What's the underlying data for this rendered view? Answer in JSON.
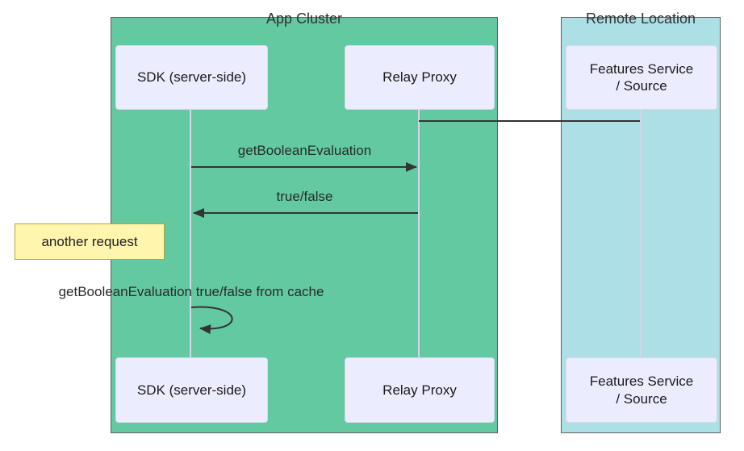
{
  "diagram_type": "sequence-diagram",
  "containers": [
    {
      "title": "App Cluster"
    },
    {
      "title": "Remote Location"
    }
  ],
  "participants": [
    {
      "label": "SDK (server-side)"
    },
    {
      "label": "Relay Proxy"
    },
    {
      "label": "Features Service\n/ Source"
    }
  ],
  "messages": [
    {
      "text": "getBooleanEvaluation",
      "from": "SDK (server-side)",
      "to": "Relay Proxy",
      "style": "solid-arrow-right"
    },
    {
      "text": "true/false",
      "from": "Relay Proxy",
      "to": "SDK (server-side)",
      "style": "solid-arrow-left"
    },
    {
      "text": "getBooleanEvaluation true/false from cache",
      "from": "SDK (server-side)",
      "to": "SDK (server-side)",
      "style": "self-loop"
    }
  ],
  "connection": {
    "from": "Relay Proxy",
    "to": "Features Service / Source",
    "style": "plain-line"
  },
  "note": {
    "text": "another request"
  },
  "colors": {
    "app_cluster_fill": "#62C9A1",
    "remote_location_fill": "#ACDFE6",
    "actor_fill": "#ECECFF",
    "actor_border": "#D9D9EC",
    "note_fill": "#FFF5AD",
    "note_border": "#AAAA33",
    "line_color": "#333333",
    "lifeline_color": "#D5D5EA",
    "container_border": "#5F5F5F",
    "text_color": "#1A1A1A"
  }
}
